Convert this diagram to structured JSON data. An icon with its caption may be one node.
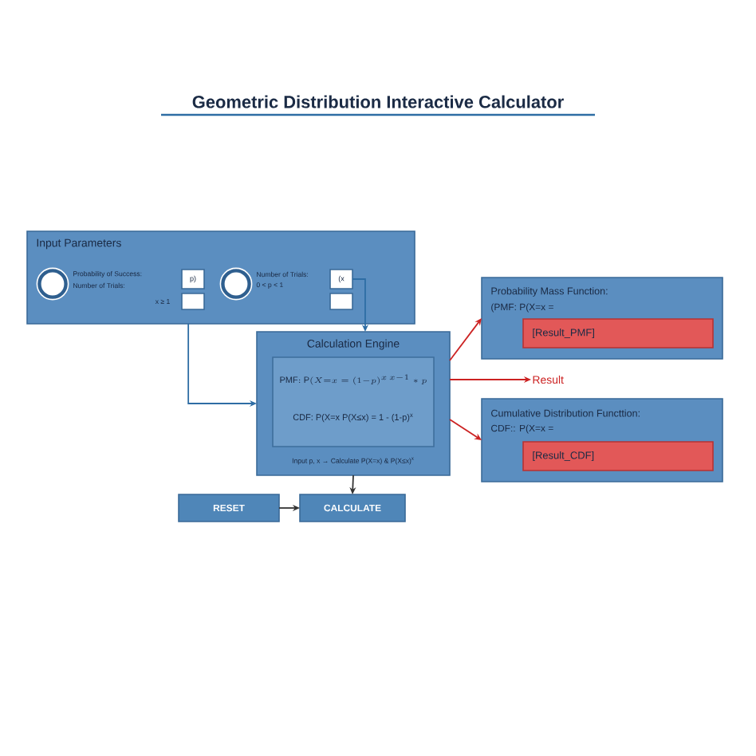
{
  "diagram": {
    "title": "Geometric Distribution Interactive Calculator",
    "nodes": [
      {
        "text": [
          "Input Parameters"
        ]
      },
      {
        "text": [],
        "shape": "circle",
        "in": 0,
        "beside": [
          "Probability of Success:",
          "Number of Trials:"
        ]
      },
      {
        "text": [],
        "shape": "circle",
        "in": 0,
        "beside": [
          "Number of Trials:",
          "0 < p < 1"
        ]
      },
      {
        "text": [
          "p)"
        ],
        "in": 0
      },
      {
        "text": [],
        "shape": "box",
        "in": 0
      },
      {
        "text": [
          "(x"
        ],
        "in": 0
      },
      {
        "text": [],
        "shape": "box",
        "in": 0
      },
      {
        "text": [
          "Calculation Engine",
          "Input p, x → Calculate P(X=x) & P(X≤x)$^{x}$"
        ]
      },
      {
        "text": [
          "\\mathrm{PMF{:}}\\ \\mathrm{P}(X{=}x = (1{-}p)^{x\\,x-1} * p",
          "CDF: P(X=x P(X≤x) = 1 - (1-p)$^{x}$"
        ],
        "in": 7
      },
      {
        "text": [
          "Probability Mass Function:",
          "(PMF: P(X=x ="
        ]
      },
      {
        "text": [
          "[Result_PMF]"
        ],
        "in": 9
      },
      {
        "text": [
          "Cumulative Distribution Functtion:",
          "CDF:: P(X=x ="
        ]
      },
      {
        "text": [
          "[Result_CDF]"
        ],
        "in": 11
      },
      {
        "text": [
          "RESET"
        ]
      },
      {
        "text": [
          "CALCULATE"
        ]
      },
      {
        "text": [
          "Result"
        ]
      }
    ],
    "edges": [
      {
        "from": 5,
        "to": 7,
        "arrow": "to",
        "color": "#2e6da4"
      },
      {
        "from": 0,
        "to": 7,
        "arrow": "to",
        "color": "#2e6da4"
      },
      {
        "from": 7,
        "to": 9,
        "arrow": "to",
        "color": "#cc2222"
      },
      {
        "from": 7,
        "to": 15,
        "arrow": "to",
        "color": "#cc2222"
      },
      {
        "from": 7,
        "to": 11,
        "arrow": "to",
        "color": "#cc2222"
      },
      {
        "from": 7,
        "to": 14,
        "arrow": "to",
        "color": "#333333"
      },
      {
        "from": 13,
        "to": 14,
        "arrow": "to",
        "color": "#333333"
      }
    ],
    "labels": [
      "x ≥ 1"
    ]
  }
}
